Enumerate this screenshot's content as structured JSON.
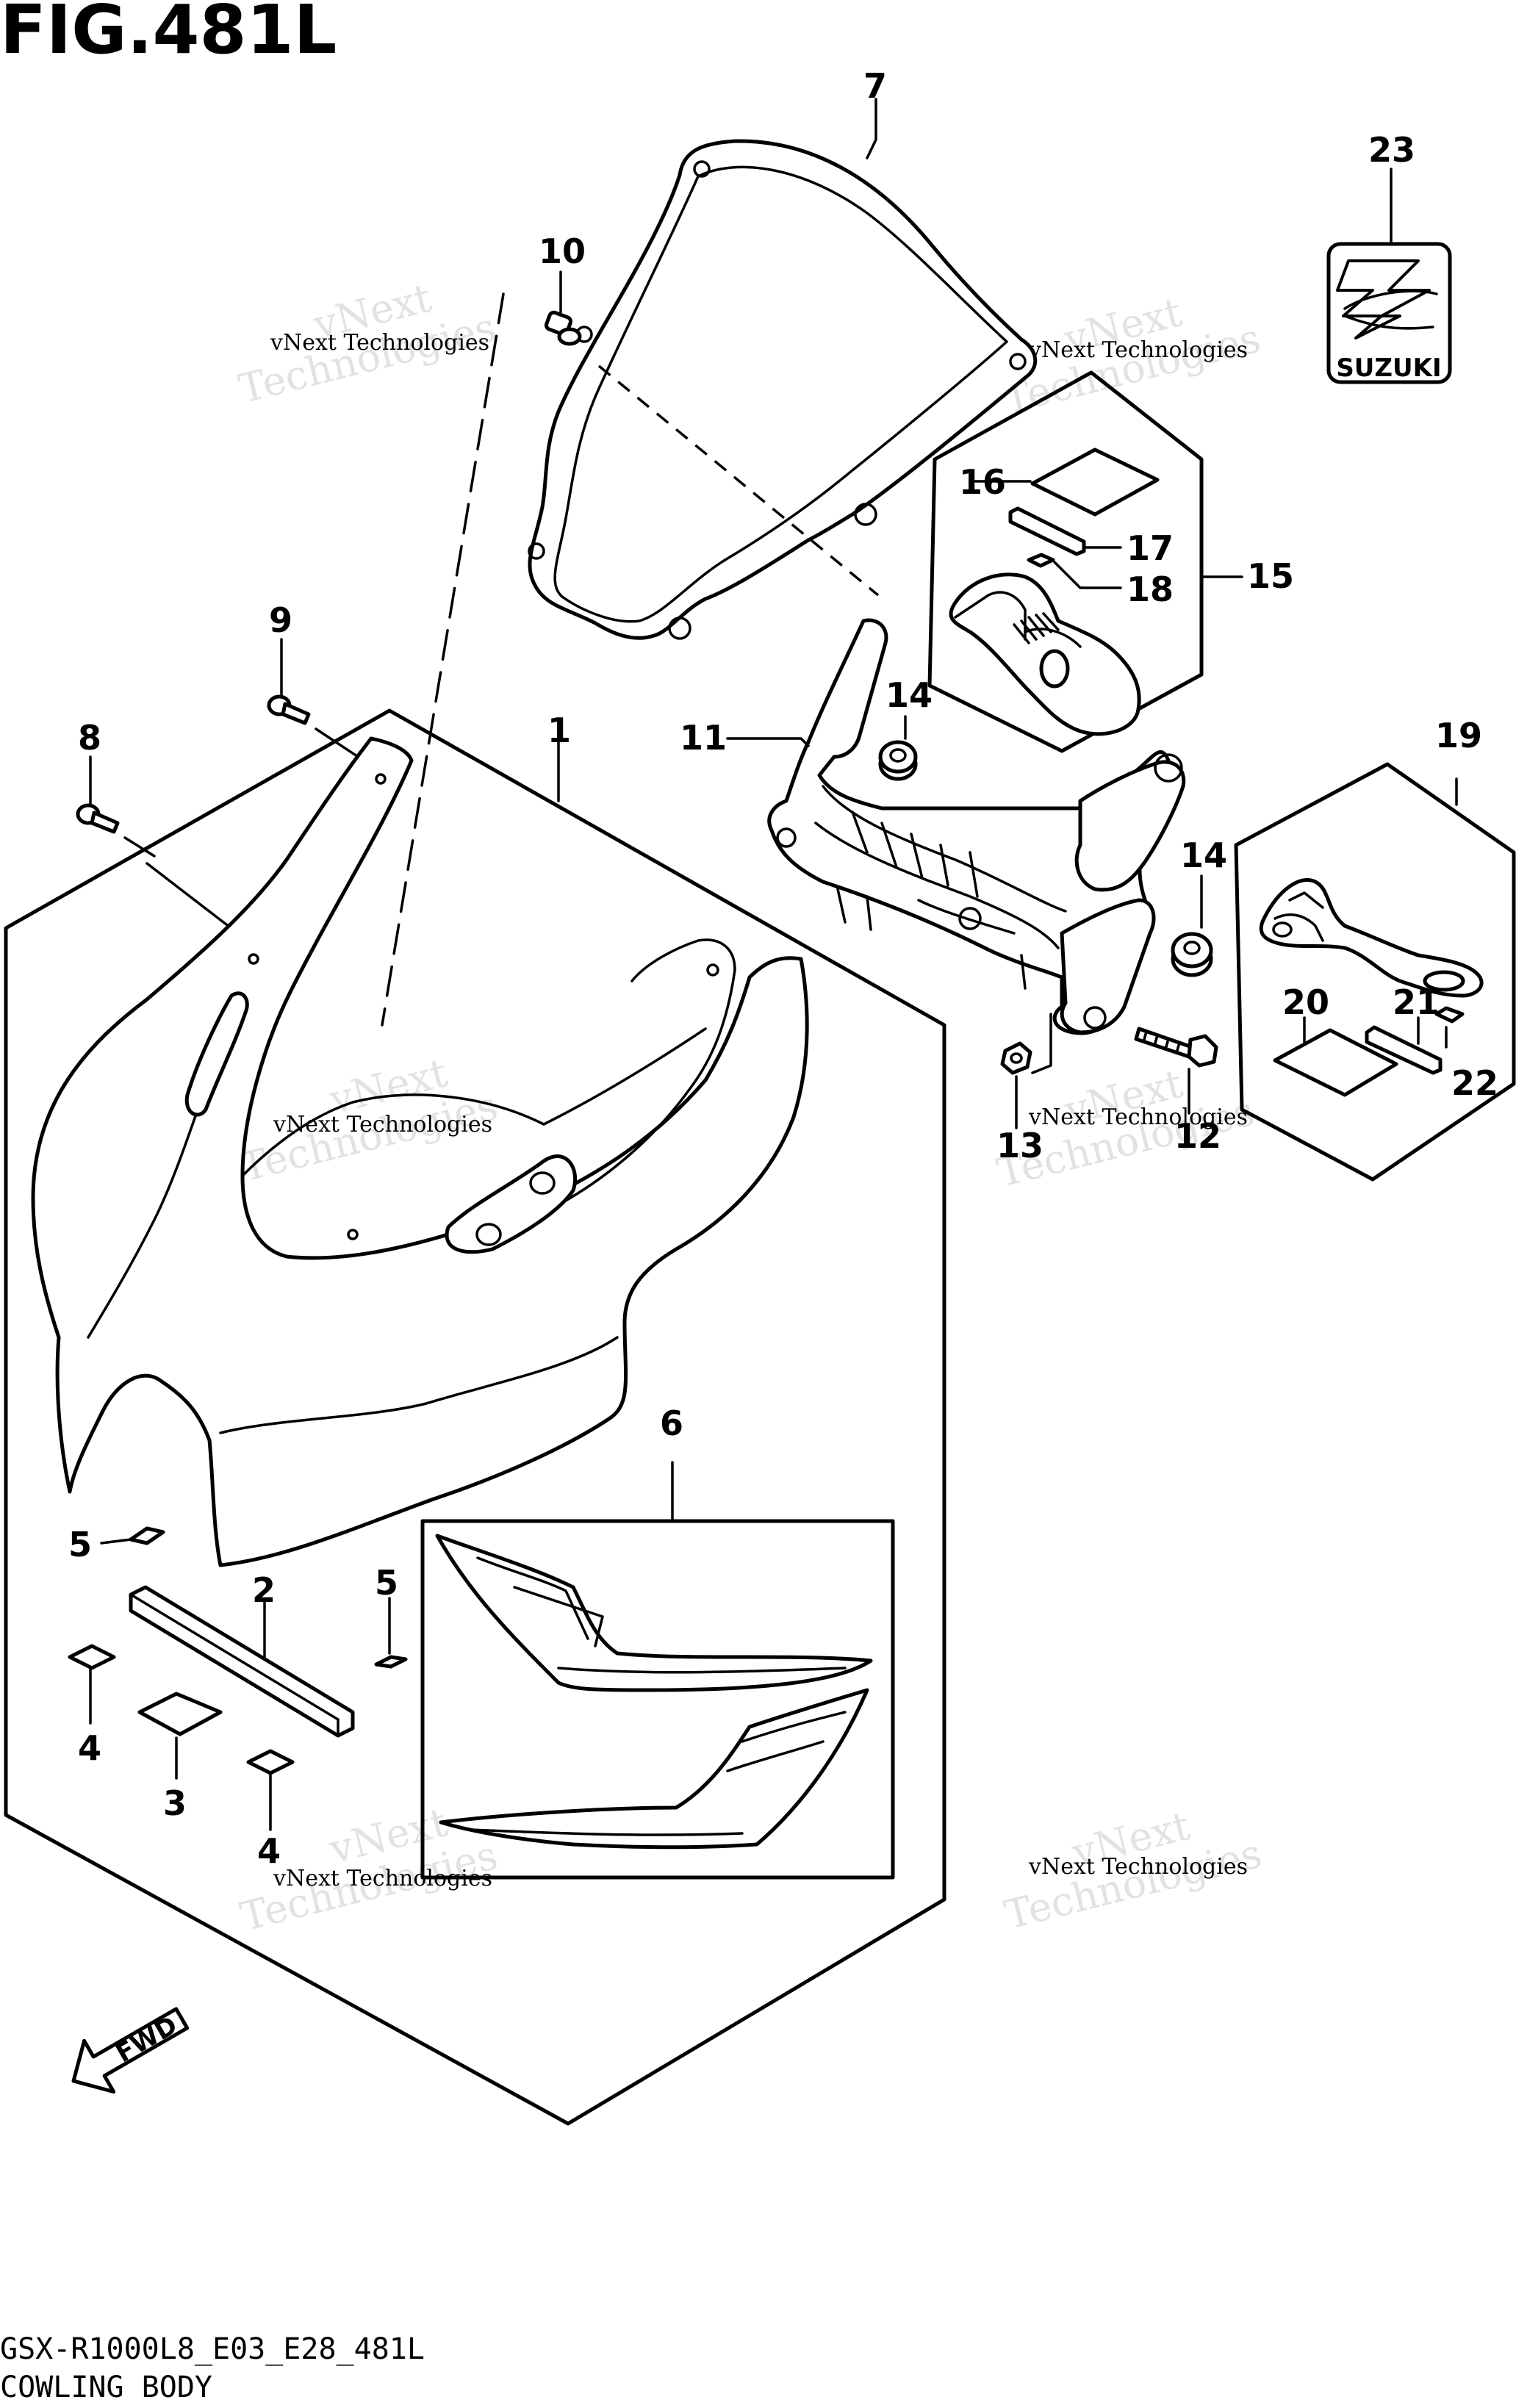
{
  "figure": {
    "title": "FIG.481L",
    "model_code": "GSX-R1000L8_E03_E28_481L",
    "caption": "COWLING BODY",
    "direction_label": "FWD",
    "logo_text": "SUZUKI"
  },
  "watermark": {
    "line1": "vNext Technologies",
    "line2": "Technologies",
    "line3": "vNext"
  },
  "callouts": [
    {
      "id": "1",
      "label": "1"
    },
    {
      "id": "2",
      "label": "2"
    },
    {
      "id": "3",
      "label": "3"
    },
    {
      "id": "4a",
      "label": "4"
    },
    {
      "id": "4b",
      "label": "4"
    },
    {
      "id": "5a",
      "label": "5"
    },
    {
      "id": "5b",
      "label": "5"
    },
    {
      "id": "6",
      "label": "6"
    },
    {
      "id": "7",
      "label": "7"
    },
    {
      "id": "8",
      "label": "8"
    },
    {
      "id": "9",
      "label": "9"
    },
    {
      "id": "10",
      "label": "10"
    },
    {
      "id": "11",
      "label": "11"
    },
    {
      "id": "12",
      "label": "12"
    },
    {
      "id": "13",
      "label": "13"
    },
    {
      "id": "14a",
      "label": "14"
    },
    {
      "id": "14b",
      "label": "14"
    },
    {
      "id": "15",
      "label": "15"
    },
    {
      "id": "16",
      "label": "16"
    },
    {
      "id": "17",
      "label": "17"
    },
    {
      "id": "18",
      "label": "18"
    },
    {
      "id": "19",
      "label": "19"
    },
    {
      "id": "20",
      "label": "20"
    },
    {
      "id": "21",
      "label": "21"
    },
    {
      "id": "22",
      "label": "22"
    },
    {
      "id": "23",
      "label": "23"
    }
  ]
}
